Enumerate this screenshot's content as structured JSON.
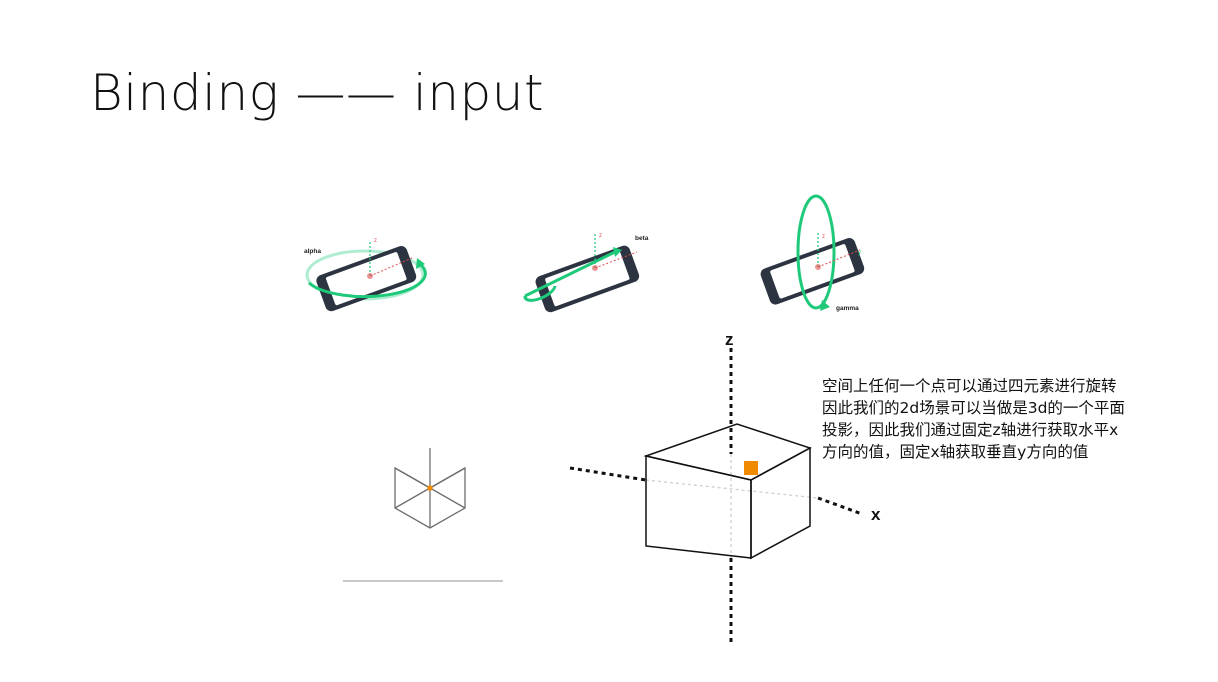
{
  "slide": {
    "title": "Binding —— input"
  },
  "phones": [
    {
      "label": "alpha",
      "icon": "phone-rotation-alpha"
    },
    {
      "label": "beta",
      "icon": "phone-rotation-beta"
    },
    {
      "label": "gamma",
      "icon": "phone-rotation-gamma"
    }
  ],
  "axis_diagram": {
    "z_label": "z",
    "x_label": "x"
  },
  "note": {
    "lines": [
      "空间上任何一个点可以通过四元素进行旋转",
      "因此我们的2d场景可以当做是3d的一个平面",
      "投影，因此我们通过固定z轴进行获取水平x",
      "方向的值，固定x轴获取垂直y方向的值"
    ]
  },
  "colors": {
    "ring_green": "#1ec97a",
    "marker_orange": "#f08a00",
    "axis_red": "#e05050",
    "phone_dark": "#2b3440"
  }
}
